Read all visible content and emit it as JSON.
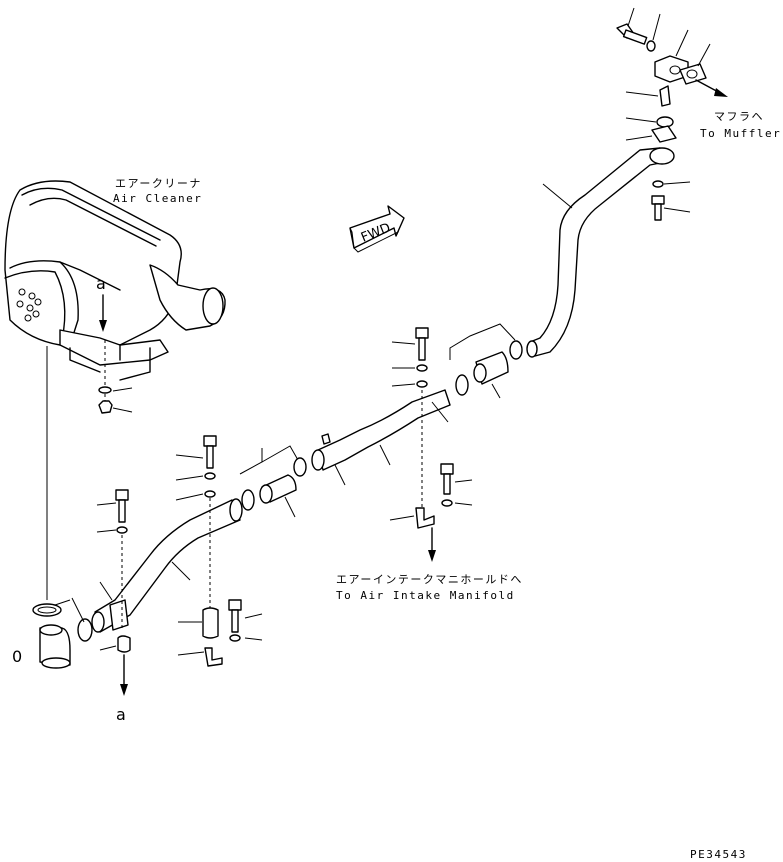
{
  "labels": {
    "air_cleaner_jp": "エアークリーナ",
    "air_cleaner_en": "Air Cleaner",
    "muffler_jp": "マフラヘ",
    "muffler_en": "To Muffler",
    "manifold_jp": "エアーインテークマニホールドへ",
    "manifold_en": "To Air Intake Manifold",
    "ref_a_top": "a",
    "ref_a_bottom": "a",
    "ref_zero": "0",
    "fwd": "FWD",
    "drawing_number": "PE34543"
  }
}
